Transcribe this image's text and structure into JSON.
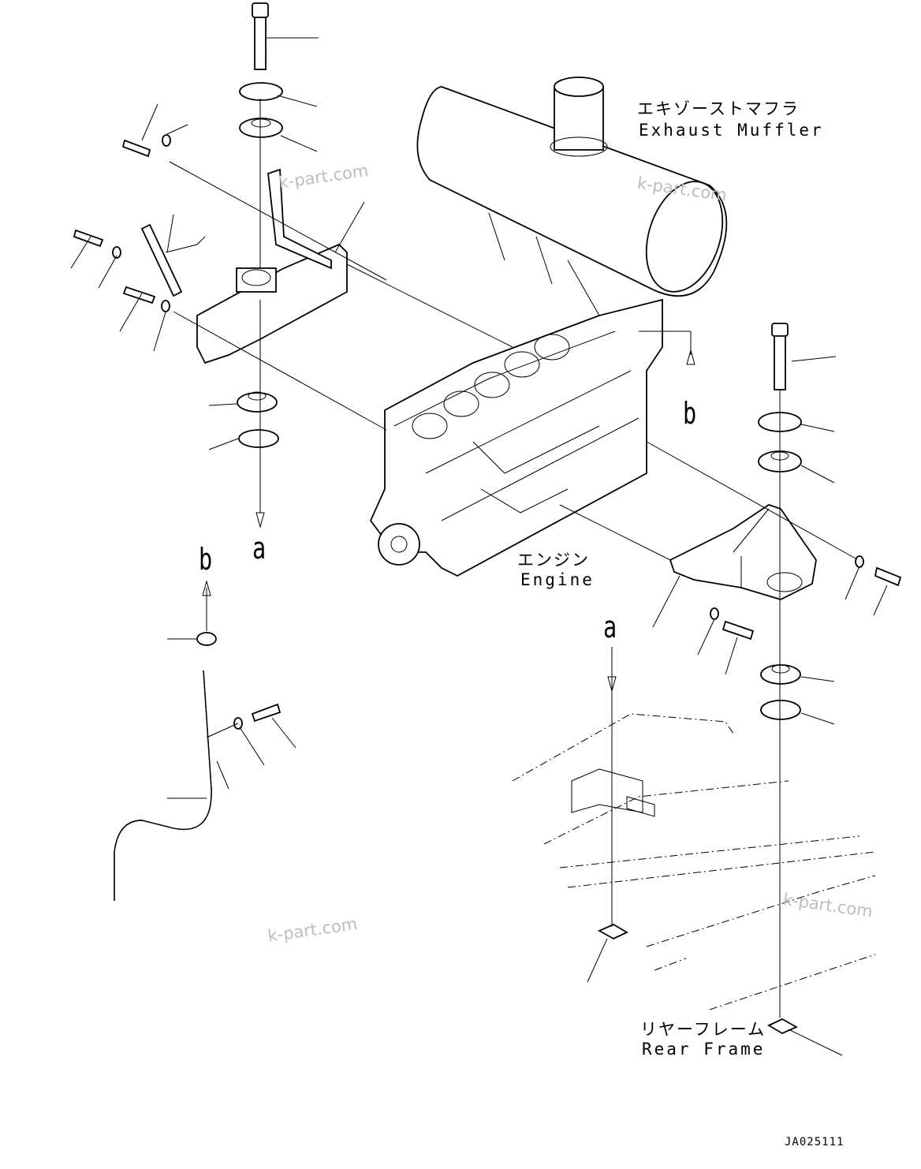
{
  "labels": {
    "muffler_jp": "エキゾーストマフラ",
    "muffler_en": "Exhaust Muffler",
    "engine_jp": "エンジン",
    "engine_en": "Engine",
    "frame_jp": "リヤーフレーム",
    "frame_en": "Rear Frame"
  },
  "refs": {
    "a_top": "a",
    "a_bottom": "a",
    "b_left": "b",
    "b_right": "b"
  },
  "watermarks": [
    "k-part.com",
    "k-part.com",
    "k-part.com",
    "k-part.com"
  ],
  "drawing_code": "JA025111"
}
